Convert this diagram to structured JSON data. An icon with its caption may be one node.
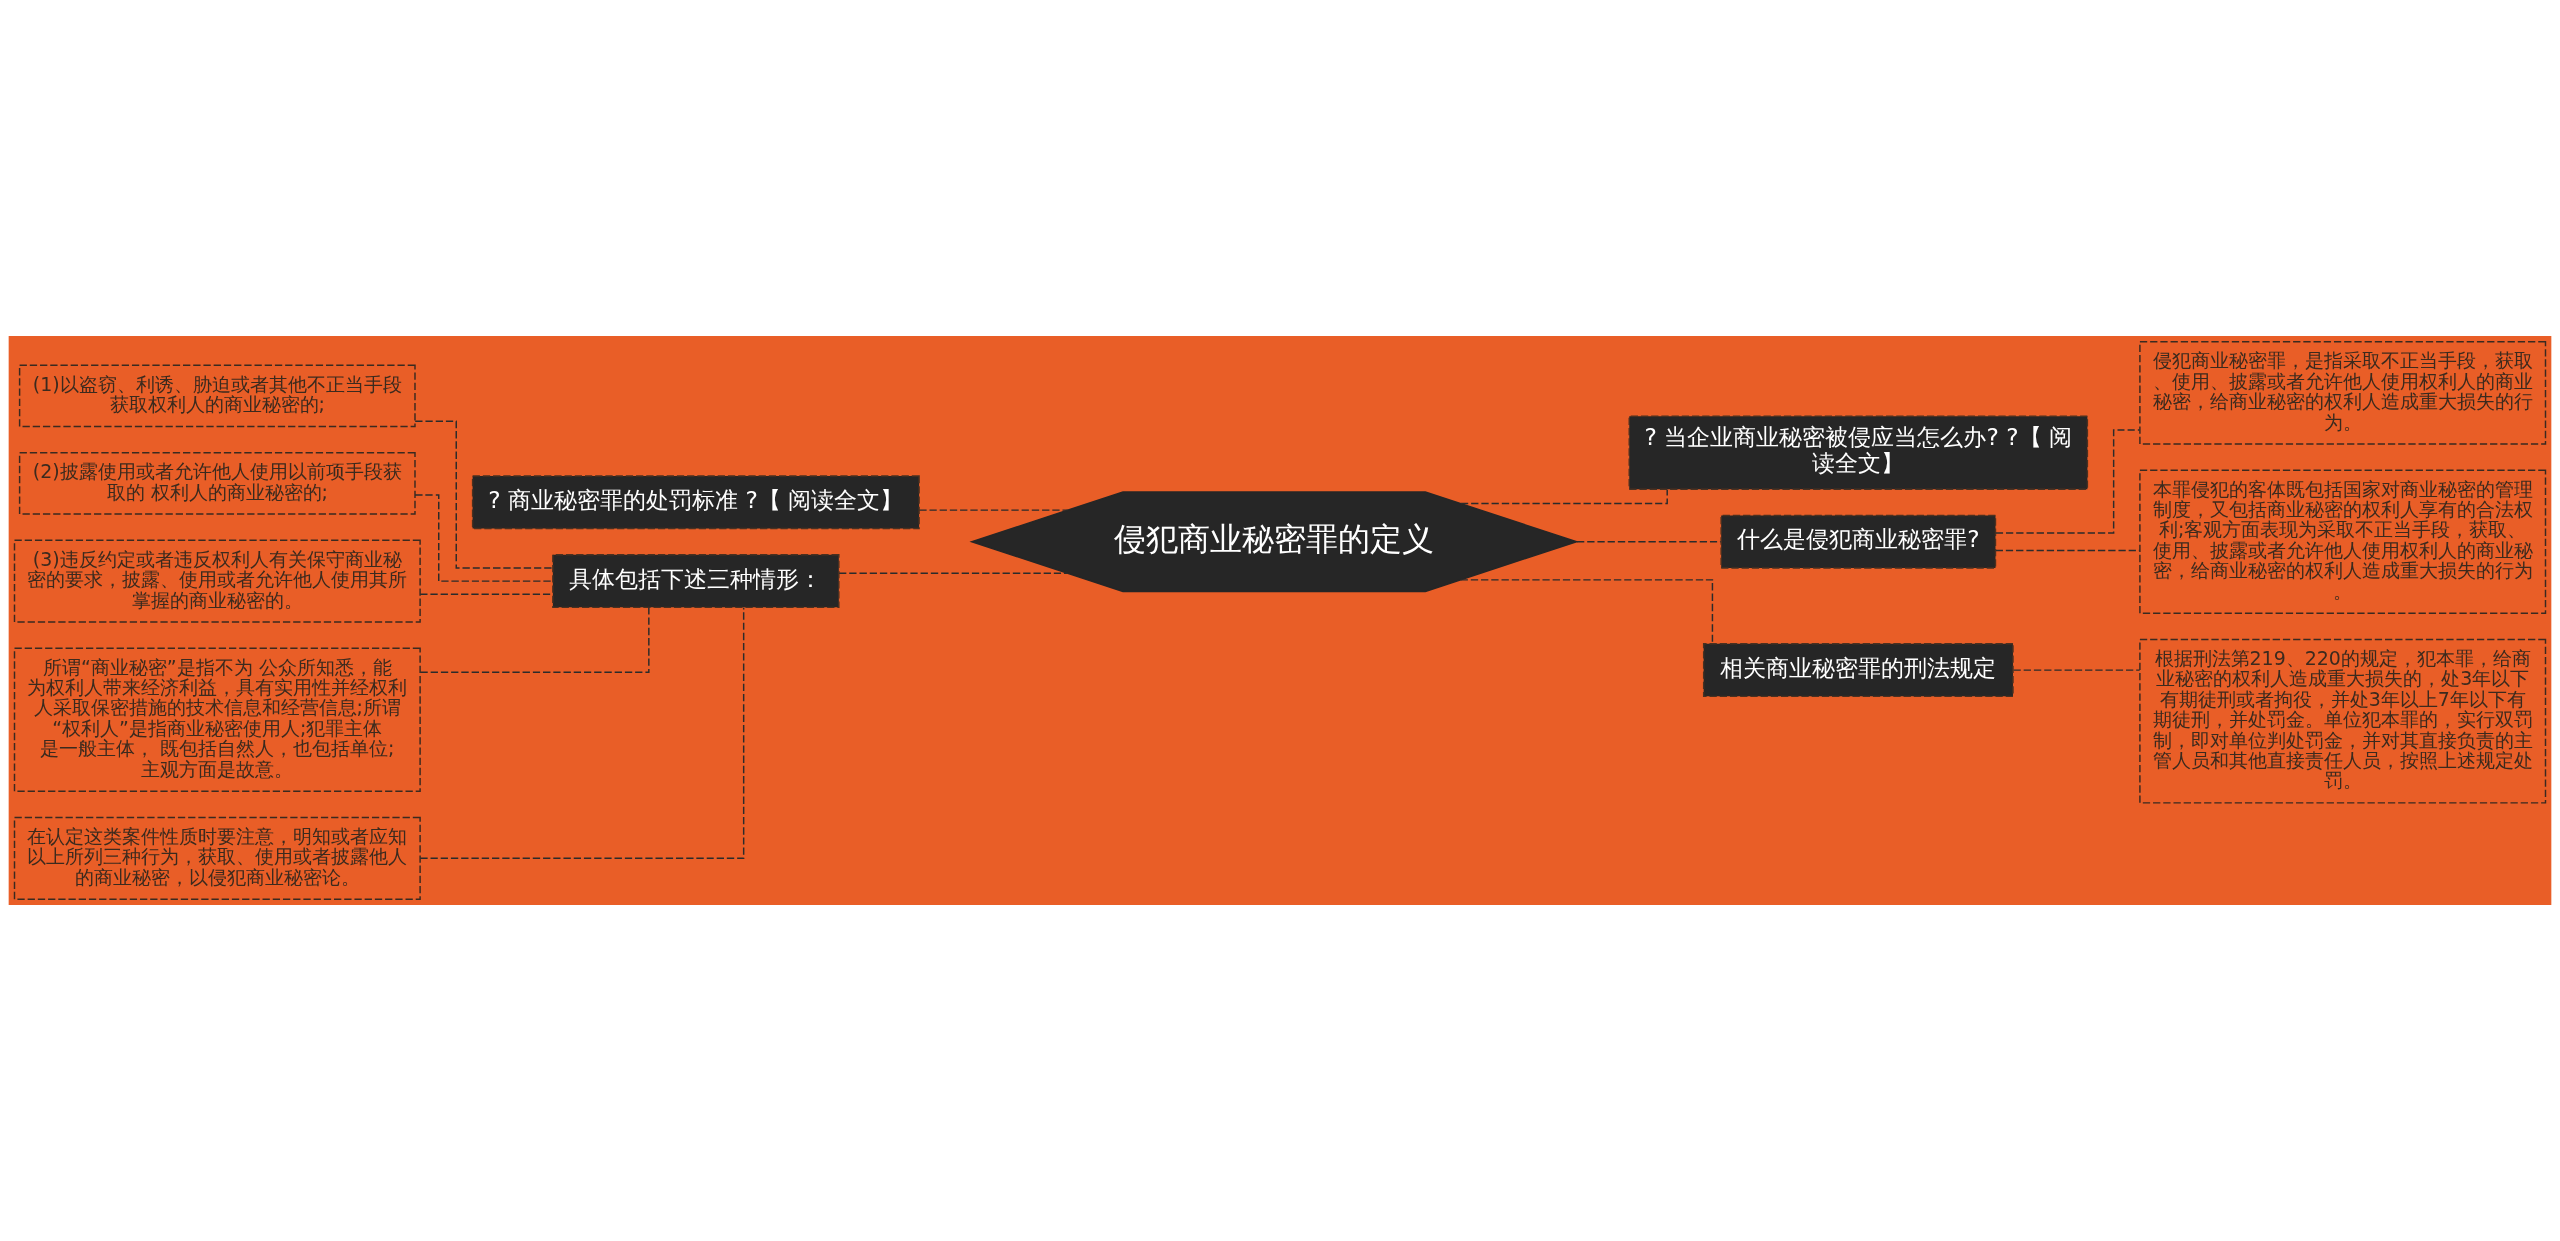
{
  "diagram": {
    "nodes": [
      {
        "text": [
          "侵犯商业秘密罪的定义"
        ]
      },
      {
        "text": [
          "? 商业秘密罪的处罚标准 ?【 阅读全文】"
        ]
      },
      {
        "text": [
          "具体包括下述三种情形："
        ]
      },
      {
        "text": [
          "(1)以盗窃、利诱、胁迫或者其他不正当手段获取权利人的商业秘密的;"
        ]
      },
      {
        "text": [
          "(2)披露使用或者允许他人使用以前项手段获取的 权利人的商业秘密的;"
        ]
      },
      {
        "text": [
          "(3)违反约定或者违反权利人有关保守商业秘密的要求，披露、使用或者允许他人使用其所掌握的商业秘密的。"
        ]
      },
      {
        "text": [
          "所谓“商业秘密”是指不为 公众所知悉，能为权利人带来经济利益，具有实用性并经权利人采取保密措施的技术信息和经营信息;所谓 “权利人”是指商业秘密使用人;犯罪主体是一般主体， 既包括自然人，也包括单位;主观方面是故意。"
        ]
      },
      {
        "text": [
          "在认定这类案件性质时要注意，明知或者应知以上所列三种行为，获取、使用或者披露他人的商业秘密，以侵犯商业秘密论。"
        ]
      },
      {
        "text": [
          "? 当企业商业秘密被侵应当怎么办? ?【 阅读全文】"
        ]
      },
      {
        "text": [
          "什么是侵犯商业秘密罪?"
        ]
      },
      {
        "text": [
          "侵犯商业秘密罪，是指采取不正当手段，获取、使用、披露或者允许他人使用权利人的商业秘密，给商业秘密的权利人造成重大损失的行为。"
        ]
      },
      {
        "text": [
          "本罪侵犯的客体既包括国家对商业秘密的管理制度，又包括商业秘密的权利人享有的合法权利;客观方面表现为采取不正当手段，获取、使用、披露或者允许他人使用权利人的商业秘密，给商业秘密的权利人造成重大损失的行为。"
        ]
      },
      {
        "text": [
          "相关商业秘密罪的刑法规定"
        ]
      },
      {
        "text": [
          "根据刑法第219、220的规定，犯本罪，给商业秘密的权利人造成重大损失的，处3年以下有期徒刑或者拘役，并处3年以上7年以下有期徒刑，并处罚金。单位犯本罪的，实行双罚制，即对单位判处罚金，并对其直接负责的主管人员和其他直接责任人员，按照上述规定处罚。"
        ]
      }
    ],
    "edges": [
      {
        "from": 0,
        "to": 1,
        "arrow": "none",
        "style": "dashed"
      },
      {
        "from": 0,
        "to": 2,
        "arrow": "none",
        "style": "dashed"
      },
      {
        "from": 2,
        "to": 3,
        "arrow": "none",
        "style": "dashed"
      },
      {
        "from": 2,
        "to": 4,
        "arrow": "none",
        "style": "dashed"
      },
      {
        "from": 2,
        "to": 5,
        "arrow": "none",
        "style": "dashed"
      },
      {
        "from": 2,
        "to": 6,
        "arrow": "none",
        "style": "dashed"
      },
      {
        "from": 2,
        "to": 7,
        "arrow": "none",
        "style": "dashed"
      },
      {
        "from": 0,
        "to": 8,
        "arrow": "none",
        "style": "dashed"
      },
      {
        "from": 0,
        "to": 9,
        "arrow": "none",
        "style": "dashed"
      },
      {
        "from": 9,
        "to": 10,
        "arrow": "none",
        "style": "dashed"
      },
      {
        "from": 9,
        "to": 11,
        "arrow": "none",
        "style": "dashed"
      },
      {
        "from": 0,
        "to": 12,
        "arrow": "none",
        "style": "dashed"
      },
      {
        "from": 12,
        "to": 13,
        "arrow": "none",
        "style": "dashed"
      }
    ]
  }
}
